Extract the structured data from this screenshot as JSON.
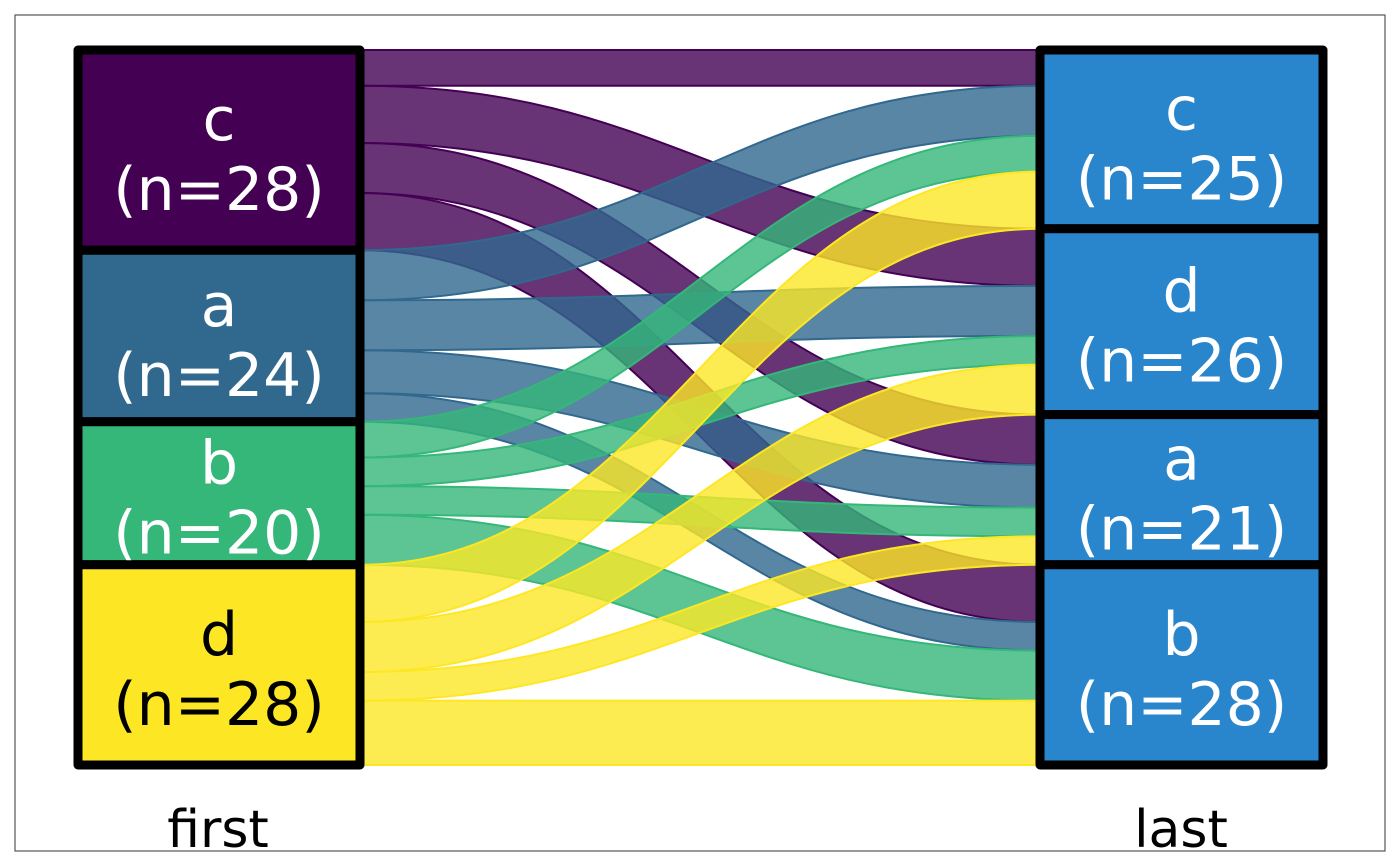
{
  "chart_data": {
    "type": "sankey",
    "title": "",
    "columns": [
      {
        "name": "first",
        "nodes": [
          {
            "id": "c",
            "label_name": "c",
            "label_count": "(n=28)",
            "value": 28,
            "color": "#440154",
            "text_color": "#ffffff"
          },
          {
            "id": "a",
            "label_name": "a",
            "label_count": "(n=24)",
            "value": 24,
            "color": "#31688e",
            "text_color": "#ffffff"
          },
          {
            "id": "b",
            "label_name": "b",
            "label_count": "(n=20)",
            "value": 20,
            "color": "#35b779",
            "text_color": "#ffffff"
          },
          {
            "id": "d",
            "label_name": "d",
            "label_count": "(n=28)",
            "value": 28,
            "color": "#fde725",
            "text_color": "#000000"
          }
        ]
      },
      {
        "name": "last",
        "nodes": [
          {
            "id": "c",
            "label_name": "c",
            "label_count": "(n=25)",
            "value": 25,
            "color": "#2a86cc",
            "text_color": "#ffffff"
          },
          {
            "id": "d",
            "label_name": "d",
            "label_count": "(n=26)",
            "value": 26,
            "color": "#2a86cc",
            "text_color": "#ffffff"
          },
          {
            "id": "a",
            "label_name": "a",
            "label_count": "(n=21)",
            "value": 21,
            "color": "#2a86cc",
            "text_color": "#ffffff"
          },
          {
            "id": "b",
            "label_name": "b",
            "label_count": "(n=28)",
            "value": 28,
            "color": "#2a86cc",
            "text_color": "#ffffff"
          }
        ]
      }
    ],
    "flows": [
      {
        "source": "c",
        "target": "c",
        "value": 5
      },
      {
        "source": "c",
        "target": "d",
        "value": 8
      },
      {
        "source": "c",
        "target": "a",
        "value": 7
      },
      {
        "source": "c",
        "target": "b",
        "value": 8
      },
      {
        "source": "a",
        "target": "c",
        "value": 7
      },
      {
        "source": "a",
        "target": "d",
        "value": 7
      },
      {
        "source": "a",
        "target": "a",
        "value": 6
      },
      {
        "source": "a",
        "target": "b",
        "value": 4
      },
      {
        "source": "b",
        "target": "c",
        "value": 5
      },
      {
        "source": "b",
        "target": "d",
        "value": 4
      },
      {
        "source": "b",
        "target": "a",
        "value": 4
      },
      {
        "source": "b",
        "target": "b",
        "value": 7
      },
      {
        "source": "d",
        "target": "c",
        "value": 8
      },
      {
        "source": "d",
        "target": "d",
        "value": 7
      },
      {
        "source": "d",
        "target": "a",
        "value": 4
      },
      {
        "source": "d",
        "target": "b",
        "value": 9
      }
    ]
  }
}
